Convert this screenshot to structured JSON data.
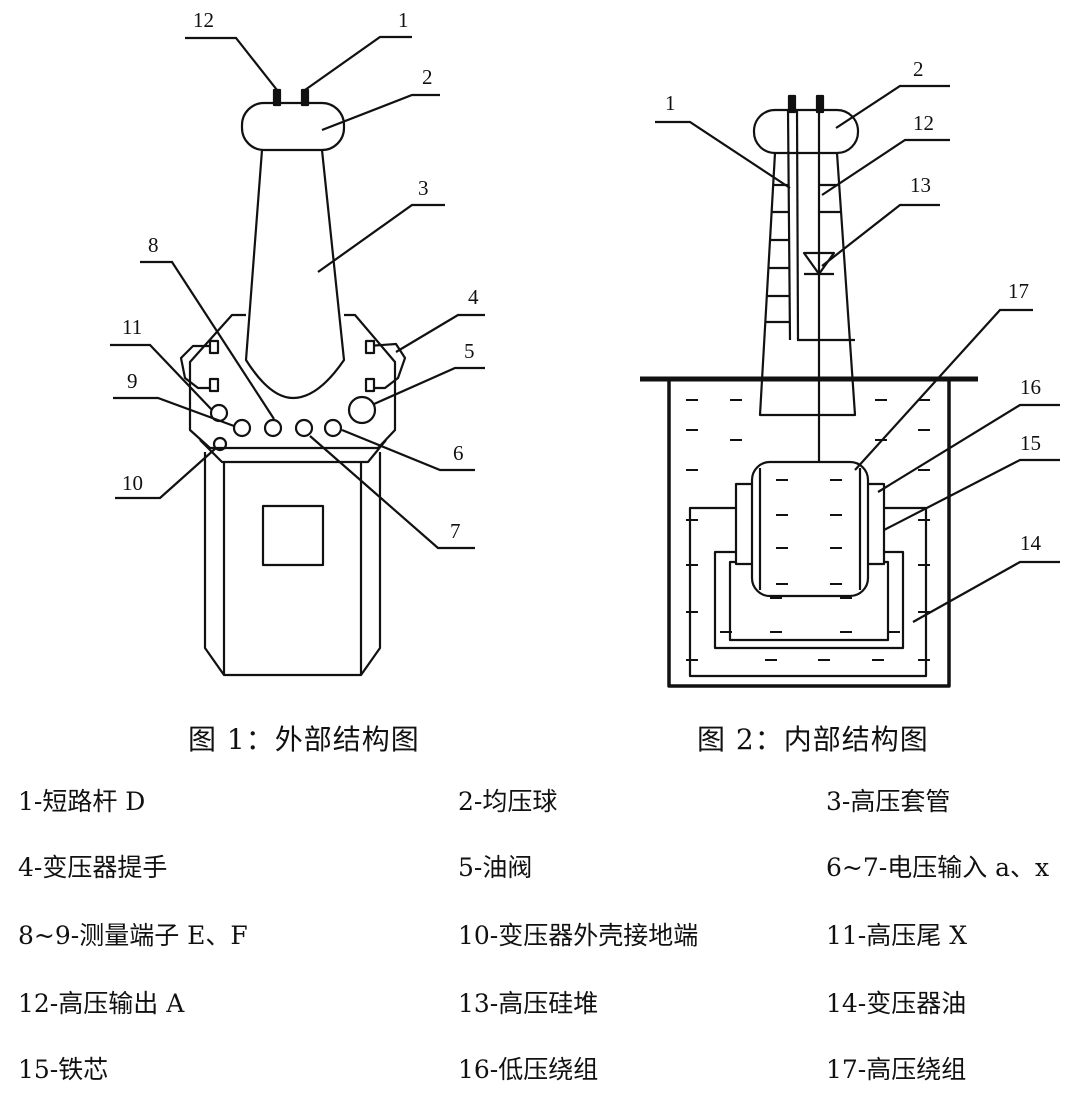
{
  "figure1": {
    "caption": "图 1：外部结构图",
    "labels": [
      "12",
      "1",
      "2",
      "3",
      "8",
      "4",
      "11",
      "5",
      "9",
      "6",
      "10",
      "7"
    ]
  },
  "figure2": {
    "caption": "图 2：内部结构图",
    "labels": [
      "2",
      "1",
      "12",
      "13",
      "17",
      "16",
      "15",
      "14"
    ]
  },
  "legend": [
    "1-短路杆 D",
    "2-均压球",
    "3-高压套管",
    "4-变压器提手",
    "5-油阀",
    "6~7-电压输入 a、x",
    "8~9-测量端子 E、F",
    "10-变压器外壳接地端",
    "11-高压尾 X",
    "12-高压输出 A",
    "13-高压硅堆",
    "14-变压器油",
    "15-铁芯",
    "16-低压绕组",
    "17-高压绕组"
  ]
}
